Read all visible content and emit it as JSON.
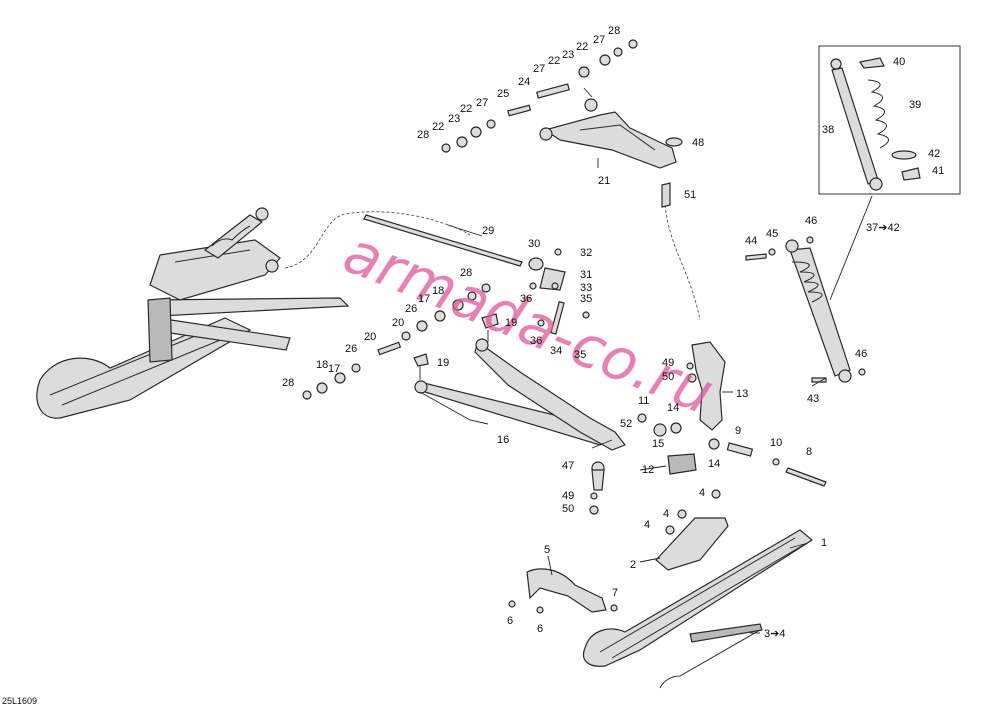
{
  "drawing_code": "25L1609",
  "watermark": "armada-co.ru",
  "callouts": {
    "c1": "1",
    "c2": "2",
    "c3": "3➔4",
    "c4a": "4",
    "c4b": "4",
    "c4c": "4",
    "c5": "5",
    "c6a": "6",
    "c6b": "6",
    "c7": "7",
    "c8": "8",
    "c9": "9",
    "c10": "10",
    "c11": "11",
    "c12": "12",
    "c13": "13",
    "c14a": "14",
    "c14b": "14",
    "c15": "15",
    "c16": "16",
    "c17a": "17",
    "c17b": "17",
    "c18a": "18",
    "c18b": "18",
    "c19a": "19",
    "c19b": "19",
    "c20a": "20",
    "c20b": "20",
    "c21": "21",
    "c22a": "22",
    "c22b": "22",
    "c22c": "22",
    "c22d": "22",
    "c23a": "23",
    "c23b": "23",
    "c24": "24",
    "c25": "25",
    "c26a": "26",
    "c26b": "26",
    "c27a": "27",
    "c27b": "27",
    "c27c": "27",
    "c28a": "28",
    "c28b": "28",
    "c28c": "28",
    "c28d": "28",
    "c29": "29",
    "c30": "30",
    "c31": "31",
    "c32": "32",
    "c33": "33",
    "c34": "34",
    "c35a": "35",
    "c35b": "35",
    "c36a": "36",
    "c36b": "36",
    "c37": "37➔42",
    "c38": "38",
    "c39": "39",
    "c40": "40",
    "c41": "41",
    "c42": "42",
    "c43": "43",
    "c44": "44",
    "c45": "45",
    "c46a": "46",
    "c46b": "46",
    "c47": "47",
    "c48": "48",
    "c49a": "49",
    "c49b": "49",
    "c50a": "50",
    "c50b": "50",
    "c51": "51",
    "c52": "52"
  }
}
